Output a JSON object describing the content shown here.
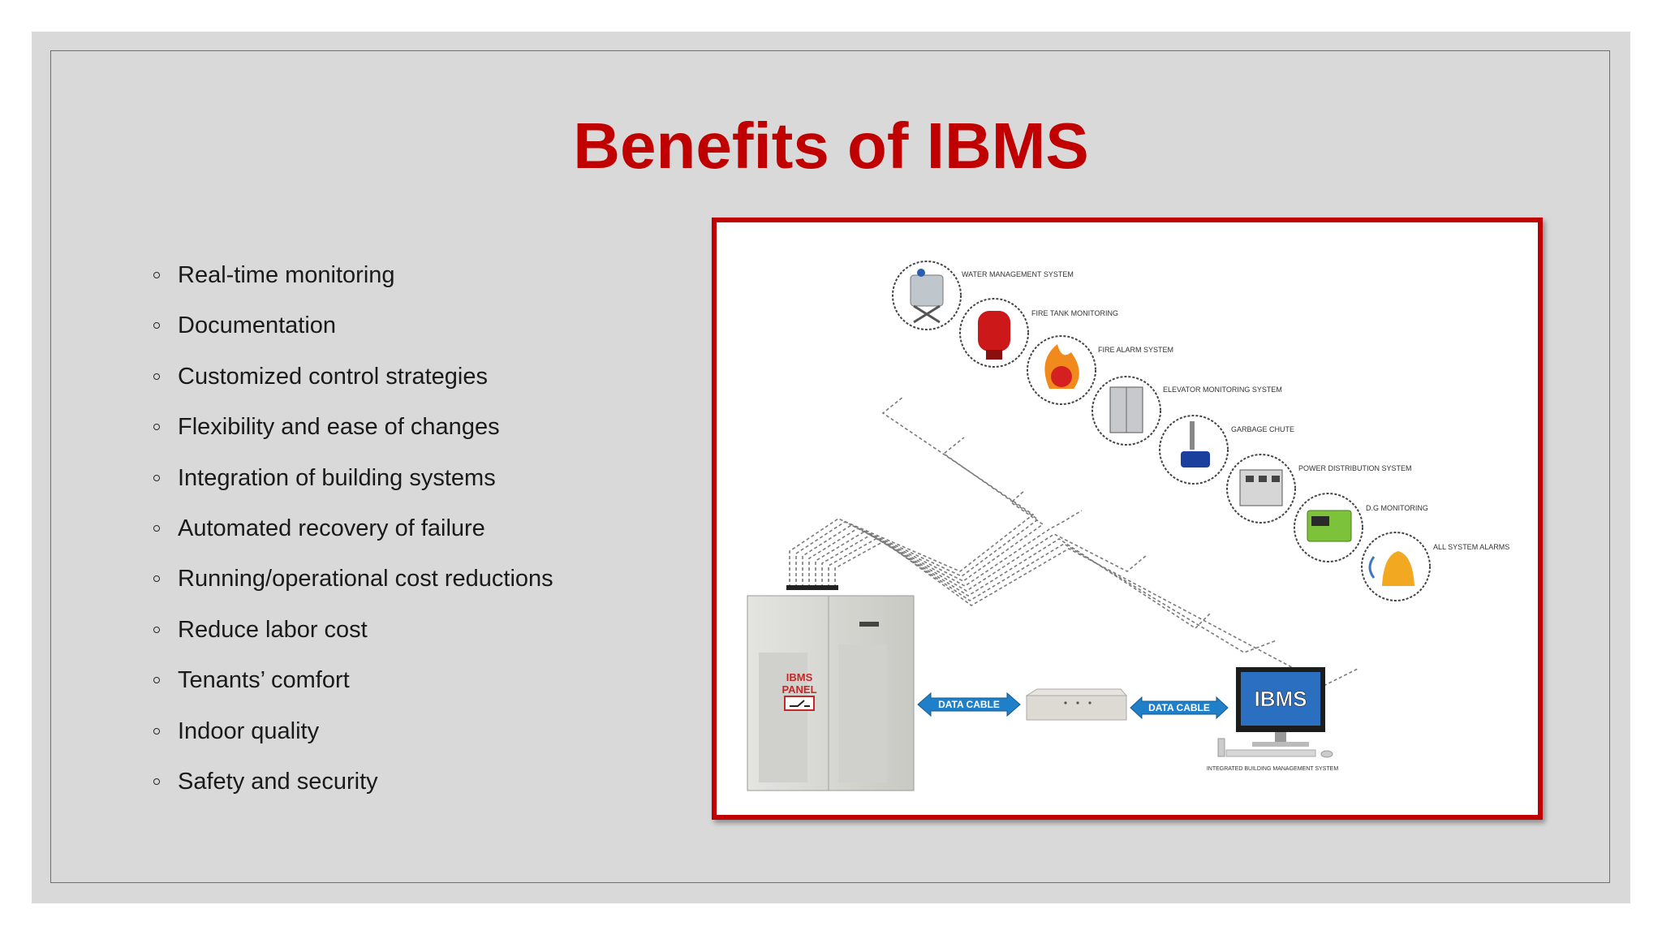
{
  "slide": {
    "title": "Benefits of IBMS",
    "bullets": [
      "Real-time monitoring",
      "Documentation",
      "Customized control strategies",
      "Flexibility and ease of changes",
      "Integration of building systems",
      "Automated recovery of failure",
      "Running/operational cost reductions",
      "Reduce labor cost",
      "Tenants’ comfort",
      "Indoor quality",
      "Safety and security"
    ]
  },
  "figure": {
    "systems": [
      "WATER MANAGEMENT SYSTEM",
      "FIRE TANK MONITORING",
      "FIRE ALARM SYSTEM",
      "ELEVATOR MONITORING SYSTEM",
      "GARBAGE CHUTE",
      "POWER DISTRIBUTION SYSTEM",
      "D.G MONITORING",
      "ALL SYSTEM ALARMS"
    ],
    "panel_label_1": "IBMS",
    "panel_label_2": "PANEL",
    "data_cable_left": "DATA CABLE",
    "data_cable_right": "DATA CABLE",
    "monitor_label": "IBMS",
    "monitor_caption": "INTEGRATED BUILDING MANAGEMENT SYSTEM"
  },
  "colors": {
    "title": "#c00000",
    "frame_border": "#c00000",
    "slide_bg": "#d9d9d9",
    "cable_blue": "#1f7fc8"
  }
}
